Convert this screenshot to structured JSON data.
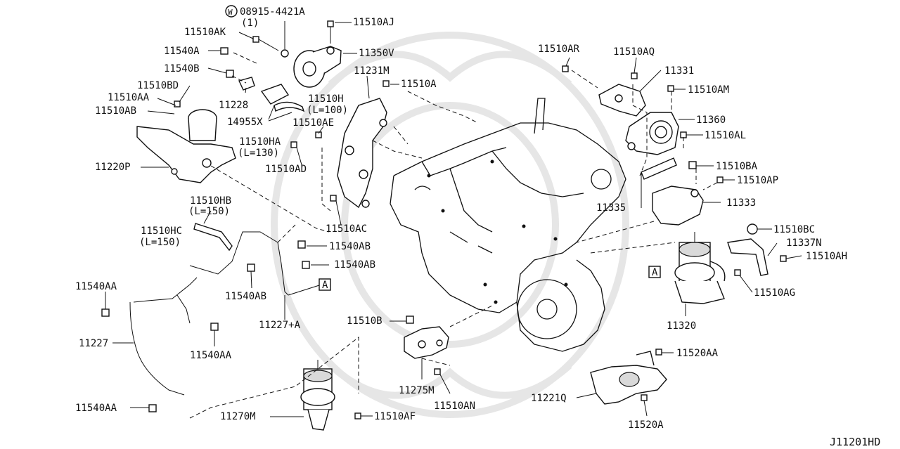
{
  "labels": {
    "w_mark": "W",
    "p08915": "08915-4421A",
    "p08915_qty": "(1)",
    "p11510AJ": "11510AJ",
    "p11510AK": "11510AK",
    "p11350V": "11350V",
    "p11540A": "11540A",
    "p11540B": "11540B",
    "p11231M": "11231M",
    "p11510BD": "11510BD",
    "p11510A": "11510A",
    "p11510AA": "11510AA",
    "p11228": "11228",
    "p11510H": "11510H",
    "p11510H_len": "(L=100)",
    "p11510AB": "11510AB",
    "p14955X": "14955X",
    "p11510AE": "11510AE",
    "p11510HA": "11510HA",
    "p11510HA_len": "(L=130)",
    "p11220P": "11220P",
    "p11510AD": "11510AD",
    "p11510HB": "11510HB",
    "p11510HB_len": "(L=150)",
    "p11510HC": "11510HC",
    "p11510HC_len": "(L=150)",
    "p11510AC": "11510AC",
    "p11540AB_1": "11540AB",
    "p11540AB_2": "11540AB",
    "p11540AB_3": "11540AB",
    "p11540AA_1": "11540AA",
    "p11540AA_2": "11540AA",
    "p11540AA_3": "11540AA",
    "ref_A": "A",
    "p11227A": "11227+A",
    "p11227": "11227",
    "p11510B": "11510B",
    "p11275M": "11275M",
    "p11510AN": "11510AN",
    "p11270M": "11270M",
    "p11510AF": "11510AF",
    "p11510AR": "11510AR",
    "p11510AQ": "11510AQ",
    "p11331": "11331",
    "p11510AM": "11510AM",
    "p11360": "11360",
    "p11510AL": "11510AL",
    "p11510BA": "11510BA",
    "p11510AP": "11510AP",
    "p11335": "11335",
    "p11333": "11333",
    "p11510BC": "11510BC",
    "p11337N": "11337N",
    "p11510AH": "11510AH",
    "p11510AG": "11510AG",
    "p11320": "11320",
    "p11520AA": "11520AA",
    "p11221Q": "11221Q",
    "p11520A": "11520A",
    "diagram_code": "J11201HD"
  }
}
